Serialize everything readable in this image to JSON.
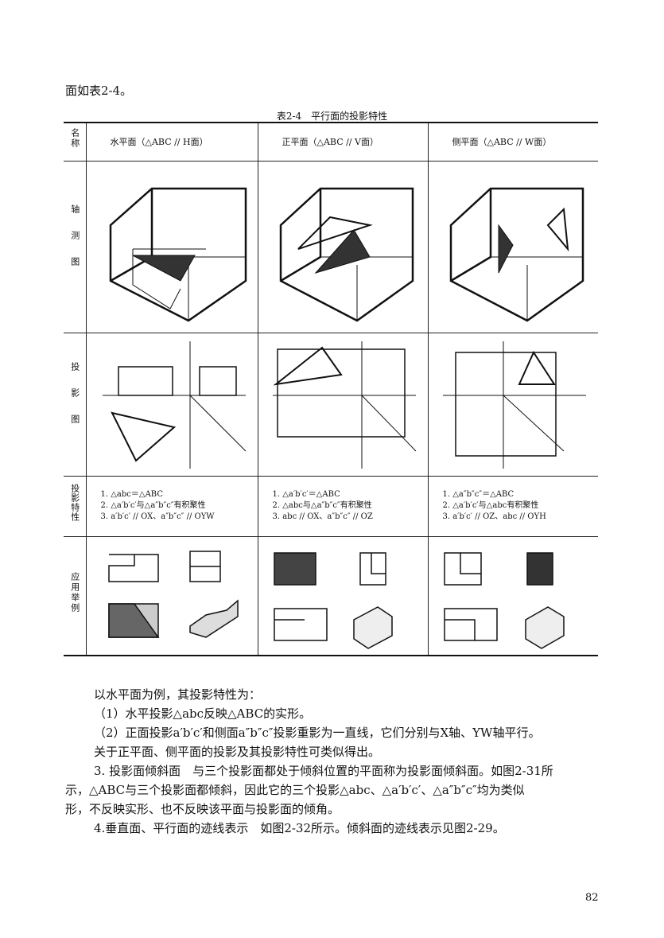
{
  "intro_text": "面如表2-4。",
  "table": {
    "caption": "表2-4　平行面的投影特性",
    "row_headers": [
      "名称",
      "轴测图",
      "投影图",
      "投影特性",
      "应用举例"
    ],
    "columns": [
      "水平面（△ABC // H面）",
      "正平面（△ABC // V面）",
      "侧平面（△ABC // W面）"
    ],
    "features": [
      [
        "1. △abc＝△ABC",
        "2. △a′b′c′与△a″b″c″有积聚性",
        "3. a′b′c′ // OX、a″b″c″ // OYW"
      ],
      [
        "1. △a′b′c′＝△ABC",
        "2. △abc与△a″b″c″有积聚性",
        "3. abc // OX、a″b″c″ // OZ"
      ],
      [
        "1. △a″b″c″＝△ABC",
        "2. △a′b′c′与△abc有积聚性",
        "3. a′b′c′ // OZ、abc // OYH"
      ]
    ]
  },
  "paragraphs": [
    "以水平面为例，其投影特性为：",
    "（1）水平投影△abc反映△ABC的实形。",
    "（2）正面投影a′b′c′和侧面a″b″c″投影重影为一直线，它们分别与X轴、YW轴平行。",
    "关于正平面、侧平面的投影及其投影特性可类似得出。",
    "3. 投影面倾斜面　与三个投影面都处于倾斜位置的平面称为投影面倾斜面。如图2-31所",
    "示，△ABC与三个投影面都倾斜，因此它的三个投影△abc、△a′b′c′、△a″b″c″均为类似",
    "形，不反映实形、也不反映该平面与投影面的倾角。",
    "4.垂直面、平行面的迹线表示　如图2-32所示。倾斜面的迹线表示见图2-29。"
  ],
  "page_number": "82"
}
